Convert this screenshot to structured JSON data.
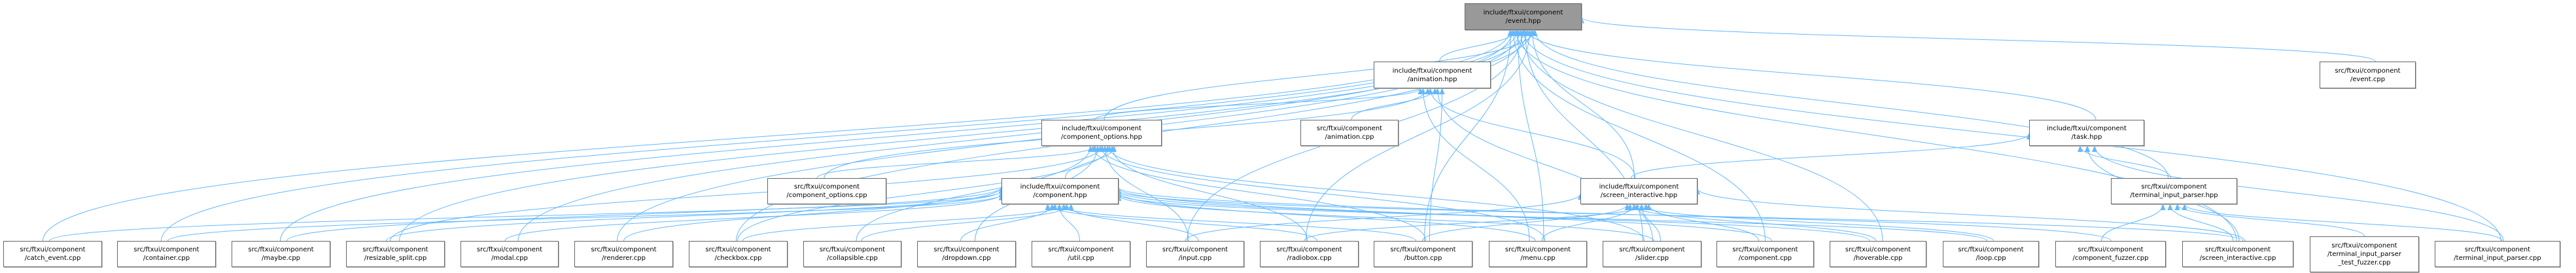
{
  "graph": {
    "edge_color": "#63b8ff",
    "root_fill": "#999999",
    "nodes": [
      {
        "id": "event_hpp",
        "lines": [
          "include/ftxui/component",
          "/event.hpp"
        ],
        "root": true
      },
      {
        "id": "animation_hpp",
        "lines": [
          "include/ftxui/component",
          "/animation.hpp"
        ]
      },
      {
        "id": "event_cpp",
        "lines": [
          "src/ftxui/component",
          "/event.cpp"
        ]
      },
      {
        "id": "component_options_hpp",
        "lines": [
          "include/ftxui/component",
          "/component_options.hpp"
        ]
      },
      {
        "id": "animation_cpp",
        "lines": [
          "src/ftxui/component",
          "/animation.cpp"
        ]
      },
      {
        "id": "task_hpp",
        "lines": [
          "include/ftxui/component",
          "/task.hpp"
        ]
      },
      {
        "id": "component_options_cpp",
        "lines": [
          "src/ftxui/component",
          "/component_options.cpp"
        ]
      },
      {
        "id": "component_hpp",
        "lines": [
          "include/ftxui/component",
          "/component.hpp"
        ]
      },
      {
        "id": "screen_interactive_hpp",
        "lines": [
          "include/ftxui/component",
          "/screen_interactive.hpp"
        ]
      },
      {
        "id": "terminal_input_parser_hpp",
        "lines": [
          "src/ftxui/component",
          "/terminal_input_parser.hpp"
        ]
      },
      {
        "id": "catch_event",
        "lines": [
          "src/ftxui/component",
          "/catch_event.cpp"
        ]
      },
      {
        "id": "container",
        "lines": [
          "src/ftxui/component",
          "/container.cpp"
        ]
      },
      {
        "id": "maybe",
        "lines": [
          "src/ftxui/component",
          "/maybe.cpp"
        ]
      },
      {
        "id": "resizable_split",
        "lines": [
          "src/ftxui/component",
          "/resizable_split.cpp"
        ]
      },
      {
        "id": "modal",
        "lines": [
          "src/ftxui/component",
          "/modal.cpp"
        ]
      },
      {
        "id": "renderer",
        "lines": [
          "src/ftxui/component",
          "/renderer.cpp"
        ]
      },
      {
        "id": "checkbox",
        "lines": [
          "src/ftxui/component",
          "/checkbox.cpp"
        ]
      },
      {
        "id": "collapsible",
        "lines": [
          "src/ftxui/component",
          "/collapsible.cpp"
        ]
      },
      {
        "id": "dropdown",
        "lines": [
          "src/ftxui/component",
          "/dropdown.cpp"
        ]
      },
      {
        "id": "util",
        "lines": [
          "src/ftxui/component",
          "/util.cpp"
        ]
      },
      {
        "id": "input",
        "lines": [
          "src/ftxui/component",
          "/input.cpp"
        ]
      },
      {
        "id": "radiobox",
        "lines": [
          "src/ftxui/component",
          "/radiobox.cpp"
        ]
      },
      {
        "id": "button",
        "lines": [
          "src/ftxui/component",
          "/button.cpp"
        ]
      },
      {
        "id": "menu",
        "lines": [
          "src/ftxui/component",
          "/menu.cpp"
        ]
      },
      {
        "id": "slider",
        "lines": [
          "src/ftxui/component",
          "/slider.cpp"
        ]
      },
      {
        "id": "component_cpp",
        "lines": [
          "src/ftxui/component",
          "/component.cpp"
        ]
      },
      {
        "id": "hoverable",
        "lines": [
          "src/ftxui/component",
          "/hoverable.cpp"
        ]
      },
      {
        "id": "loop",
        "lines": [
          "src/ftxui/component",
          "/loop.cpp"
        ]
      },
      {
        "id": "component_fuzzer",
        "lines": [
          "src/ftxui/component",
          "/component_fuzzer.cpp"
        ]
      },
      {
        "id": "screen_interactive_cpp",
        "lines": [
          "src/ftxui/component",
          "/screen_interactive.cpp"
        ]
      },
      {
        "id": "tip_test_fuzzer",
        "lines": [
          "src/ftxui/component",
          "/terminal_input_parser",
          "_test_fuzzer.cpp"
        ]
      },
      {
        "id": "terminal_input_parser_cpp",
        "lines": [
          "src/ftxui/component",
          "/terminal_input_parser.cpp"
        ]
      }
    ],
    "edges": [
      [
        "catch_event",
        "event_hpp"
      ],
      [
        "container",
        "event_hpp"
      ],
      [
        "maybe",
        "event_hpp"
      ],
      [
        "resizable_split",
        "event_hpp"
      ],
      [
        "modal",
        "event_hpp"
      ],
      [
        "renderer",
        "event_hpp"
      ],
      [
        "checkbox",
        "event_hpp"
      ],
      [
        "component_options_hpp",
        "event_hpp"
      ],
      [
        "animation_hpp",
        "event_hpp"
      ],
      [
        "input",
        "event_hpp"
      ],
      [
        "radiobox",
        "event_hpp"
      ],
      [
        "button",
        "event_hpp"
      ],
      [
        "menu",
        "event_hpp"
      ],
      [
        "slider",
        "event_hpp"
      ],
      [
        "screen_interactive_hpp",
        "event_hpp"
      ],
      [
        "component_cpp",
        "event_hpp"
      ],
      [
        "hoverable",
        "event_hpp"
      ],
      [
        "task_hpp",
        "event_hpp"
      ],
      [
        "terminal_input_parser_hpp",
        "event_hpp"
      ],
      [
        "screen_interactive_cpp",
        "event_hpp"
      ],
      [
        "terminal_input_parser_cpp",
        "event_hpp"
      ],
      [
        "event_cpp",
        "event_hpp"
      ],
      [
        "component_options_hpp",
        "animation_hpp"
      ],
      [
        "component_options_cpp",
        "animation_hpp"
      ],
      [
        "animation_cpp",
        "animation_hpp"
      ],
      [
        "button",
        "animation_hpp"
      ],
      [
        "menu",
        "animation_hpp"
      ],
      [
        "screen_interactive_hpp",
        "animation_hpp"
      ],
      [
        "slider",
        "animation_hpp"
      ],
      [
        "component_hpp",
        "component_options_hpp"
      ],
      [
        "component_options_cpp",
        "component_options_hpp"
      ],
      [
        "resizable_split",
        "component_options_hpp"
      ],
      [
        "checkbox",
        "component_options_hpp"
      ],
      [
        "collapsible",
        "component_options_hpp"
      ],
      [
        "dropdown",
        "component_options_hpp"
      ],
      [
        "input",
        "component_options_hpp"
      ],
      [
        "radiobox",
        "component_options_hpp"
      ],
      [
        "button",
        "component_options_hpp"
      ],
      [
        "menu",
        "component_options_hpp"
      ],
      [
        "slider",
        "component_options_hpp"
      ],
      [
        "catch_event",
        "component_hpp"
      ],
      [
        "container",
        "component_hpp"
      ],
      [
        "maybe",
        "component_hpp"
      ],
      [
        "resizable_split",
        "component_hpp"
      ],
      [
        "modal",
        "component_hpp"
      ],
      [
        "renderer",
        "component_hpp"
      ],
      [
        "checkbox",
        "component_hpp"
      ],
      [
        "collapsible",
        "component_hpp"
      ],
      [
        "dropdown",
        "component_hpp"
      ],
      [
        "util",
        "component_hpp"
      ],
      [
        "input",
        "component_hpp"
      ],
      [
        "radiobox",
        "component_hpp"
      ],
      [
        "button",
        "component_hpp"
      ],
      [
        "menu",
        "component_hpp"
      ],
      [
        "slider",
        "component_hpp"
      ],
      [
        "component_cpp",
        "component_hpp"
      ],
      [
        "hoverable",
        "component_hpp"
      ],
      [
        "loop",
        "component_hpp"
      ],
      [
        "component_fuzzer",
        "component_hpp"
      ],
      [
        "screen_interactive_cpp",
        "component_hpp"
      ],
      [
        "input",
        "screen_interactive_hpp"
      ],
      [
        "radiobox",
        "screen_interactive_hpp"
      ],
      [
        "button",
        "screen_interactive_hpp"
      ],
      [
        "menu",
        "screen_interactive_hpp"
      ],
      [
        "slider",
        "screen_interactive_hpp"
      ],
      [
        "component_cpp",
        "screen_interactive_hpp"
      ],
      [
        "hoverable",
        "screen_interactive_hpp"
      ],
      [
        "loop",
        "screen_interactive_hpp"
      ],
      [
        "screen_interactive_cpp",
        "screen_interactive_hpp"
      ],
      [
        "screen_interactive_hpp",
        "task_hpp"
      ],
      [
        "terminal_input_parser_hpp",
        "task_hpp"
      ],
      [
        "screen_interactive_cpp",
        "task_hpp"
      ],
      [
        "terminal_input_parser_cpp",
        "task_hpp"
      ],
      [
        "component_fuzzer",
        "terminal_input_parser_hpp"
      ],
      [
        "screen_interactive_cpp",
        "terminal_input_parser_hpp"
      ],
      [
        "tip_test_fuzzer",
        "terminal_input_parser_hpp"
      ],
      [
        "terminal_input_parser_cpp",
        "terminal_input_parser_hpp"
      ]
    ]
  }
}
